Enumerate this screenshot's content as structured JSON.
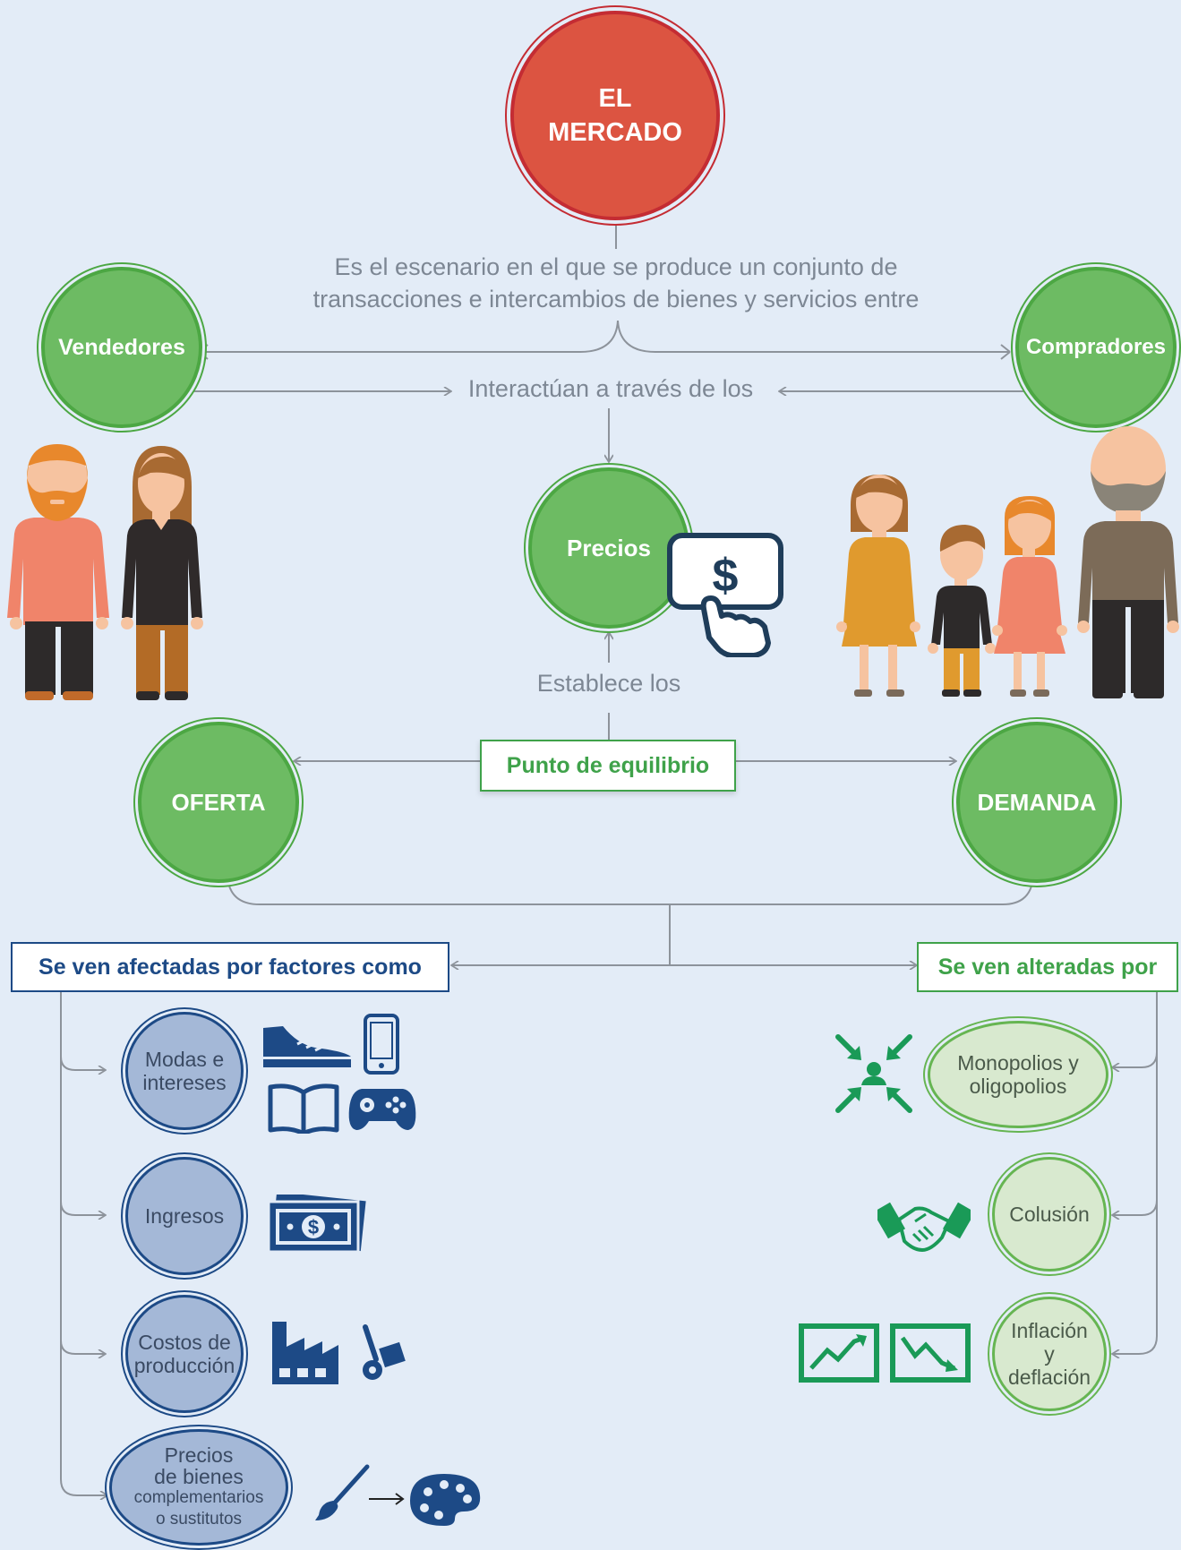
{
  "title": {
    "line1": "EL",
    "line2": "MERCADO"
  },
  "definition": {
    "line1": "Es el escenario en el que se produce un conjunto de",
    "line2": "transacciones e intercambios de bienes y servicios entre"
  },
  "sellers": "Vendedores",
  "buyers": "Compradores",
  "interact_text": "Interactúan a través de los",
  "prices": "Precios",
  "establishes_text": "Establece los",
  "equilibrium": "Punto de equilibrio",
  "supply": "OFERTA",
  "demand": "DEMANDA",
  "left_header": "Se ven afectadas por factores como",
  "right_header": "Se ven alteradas por",
  "factors": [
    {
      "line1": "Modas e",
      "line2": "intereses"
    },
    {
      "line1": "Ingresos"
    },
    {
      "line1": "Costos de",
      "line2": "producción"
    },
    {
      "line1": "Precios",
      "line2": "de bienes",
      "line3": "complementarios",
      "line4": "o sustitutos"
    }
  ],
  "alterations": [
    {
      "line1": "Monopolios y",
      "line2": "oligopolios"
    },
    {
      "line1": "Colusión"
    },
    {
      "line1": "Inflación",
      "line2": "y",
      "line3": "deflación"
    }
  ],
  "colors": {
    "background": "#e3ecf7",
    "red": "#dc5441",
    "green": "#6dbb63",
    "blue": "#1d4a86",
    "icon_green": "#1a9a57"
  }
}
